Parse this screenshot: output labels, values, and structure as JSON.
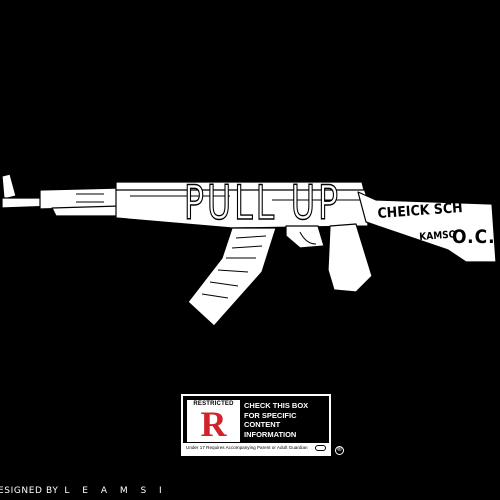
{
  "cover": {
    "title": "PULL UP",
    "artists": [
      "CHEICK SCH",
      "KAMSO",
      "O.C.M.K"
    ]
  },
  "rating_label": {
    "restricted": "RESTRICTED",
    "letter": "R",
    "line1": "CHECK THIS BOX",
    "line2": "FOR SPECIFIC",
    "line3": "CONTENT",
    "line4": "INFORMATION",
    "footer": "Under 17 Requires Accompanying Parent or Adult Guardian",
    "registered_mark": "®"
  },
  "designer": {
    "prefix": "ESIGNED BY",
    "name": "L E A M S I"
  },
  "colors": {
    "background": "#000000",
    "rifle": "#ffffff",
    "rating_red": "#d2232a"
  },
  "icons": [
    "rifle-illustration",
    "mpaa-rating-box",
    "registered-icon"
  ]
}
